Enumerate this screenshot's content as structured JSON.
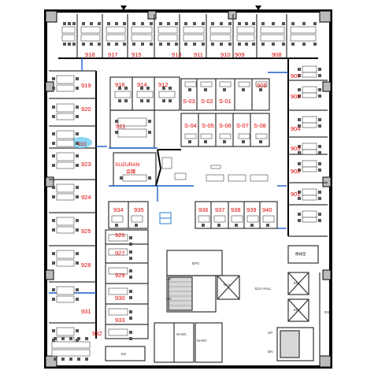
{
  "colors": {
    "room_label": "#e00000",
    "wall": "#000000",
    "partition": "#1a5fc9",
    "highlight": "#7fd3f3",
    "stroke": "#333333"
  },
  "rooms": {
    "r918": "918",
    "r917": "917",
    "r915": "915",
    "r913": "913",
    "r911": "911",
    "r910": "910",
    "r909": "909",
    "r908": "908",
    "r907": "907",
    "r906": "906",
    "r905": "905",
    "r904": "904",
    "r903": "903",
    "r902": "902",
    "r901": "901",
    "r919": "919",
    "r920": "920",
    "r922": "922",
    "r923": "923",
    "r924": "924",
    "r925": "925",
    "r926": "926",
    "r927": "927",
    "r928": "928",
    "r929": "929",
    "r930": "930",
    "r931": "931",
    "r932": "932",
    "r933": "933",
    "r934": "934",
    "r935": "935",
    "r936": "936",
    "r937": "937",
    "r938": "938",
    "r939": "939",
    "r940": "940",
    "r916": "916",
    "r914": "914",
    "r912": "912",
    "r921": "921",
    "s01": "S-01",
    "s02": "S-02",
    "s03": "S-03",
    "s04": "S-04",
    "s05": "S-05",
    "s06": "S-06",
    "s07": "S-07",
    "s08": "S-08",
    "suzuran": "SUZURAN",
    "suzuran_jp": "会議"
  },
  "labels": {
    "eps": "EPS",
    "elv_hall": "ELV HALL",
    "elv": "ELV",
    "ds": "DS",
    "up": "UP",
    "dn": "DN",
    "wwc": "W-WC",
    "mwc": "M-WC",
    "storage": "機械室"
  }
}
